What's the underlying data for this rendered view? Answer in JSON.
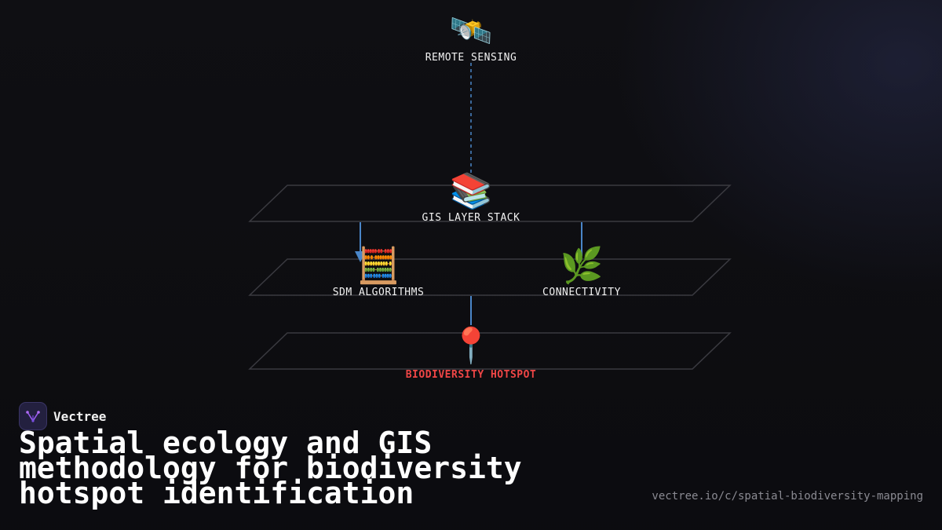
{
  "diagram": {
    "nodes": [
      {
        "id": "remote",
        "label": "REMOTE SENSING",
        "icon": "satellite-icon",
        "glyph": "🛰️"
      },
      {
        "id": "gis",
        "label": "GIS LAYER STACK",
        "icon": "books-icon",
        "glyph": "📚"
      },
      {
        "id": "sdm",
        "label": "SDM ALGORITHMS",
        "icon": "abacus-icon",
        "glyph": "🧮"
      },
      {
        "id": "conn",
        "label": "CONNECTIVITY",
        "icon": "herb-icon",
        "glyph": "🌿"
      },
      {
        "id": "hotspot",
        "label": "BIODIVERSITY HOTSPOT",
        "icon": "pin-icon",
        "glyph": "📍",
        "color": "#ef4646"
      }
    ],
    "edges": [
      {
        "from": "remote",
        "to": "gis",
        "style": "dashed"
      },
      {
        "from": "gis",
        "to": "sdm",
        "style": "solid"
      },
      {
        "from": "gis",
        "to": "conn",
        "style": "solid"
      },
      {
        "from": "sdm",
        "to": "hotspot",
        "style": "solid"
      }
    ],
    "colors": {
      "edge": "#4a86c8",
      "plane": "#3a3a40",
      "accent": "#ef4646"
    }
  },
  "brand": {
    "name": "Vectree",
    "logo_icon": "vectree-logo-icon"
  },
  "headline": "Spatial ecology and GIS methodology for biodiversity hotspot identification",
  "url": "vectree.io/c/spatial-biodiversity-mapping"
}
